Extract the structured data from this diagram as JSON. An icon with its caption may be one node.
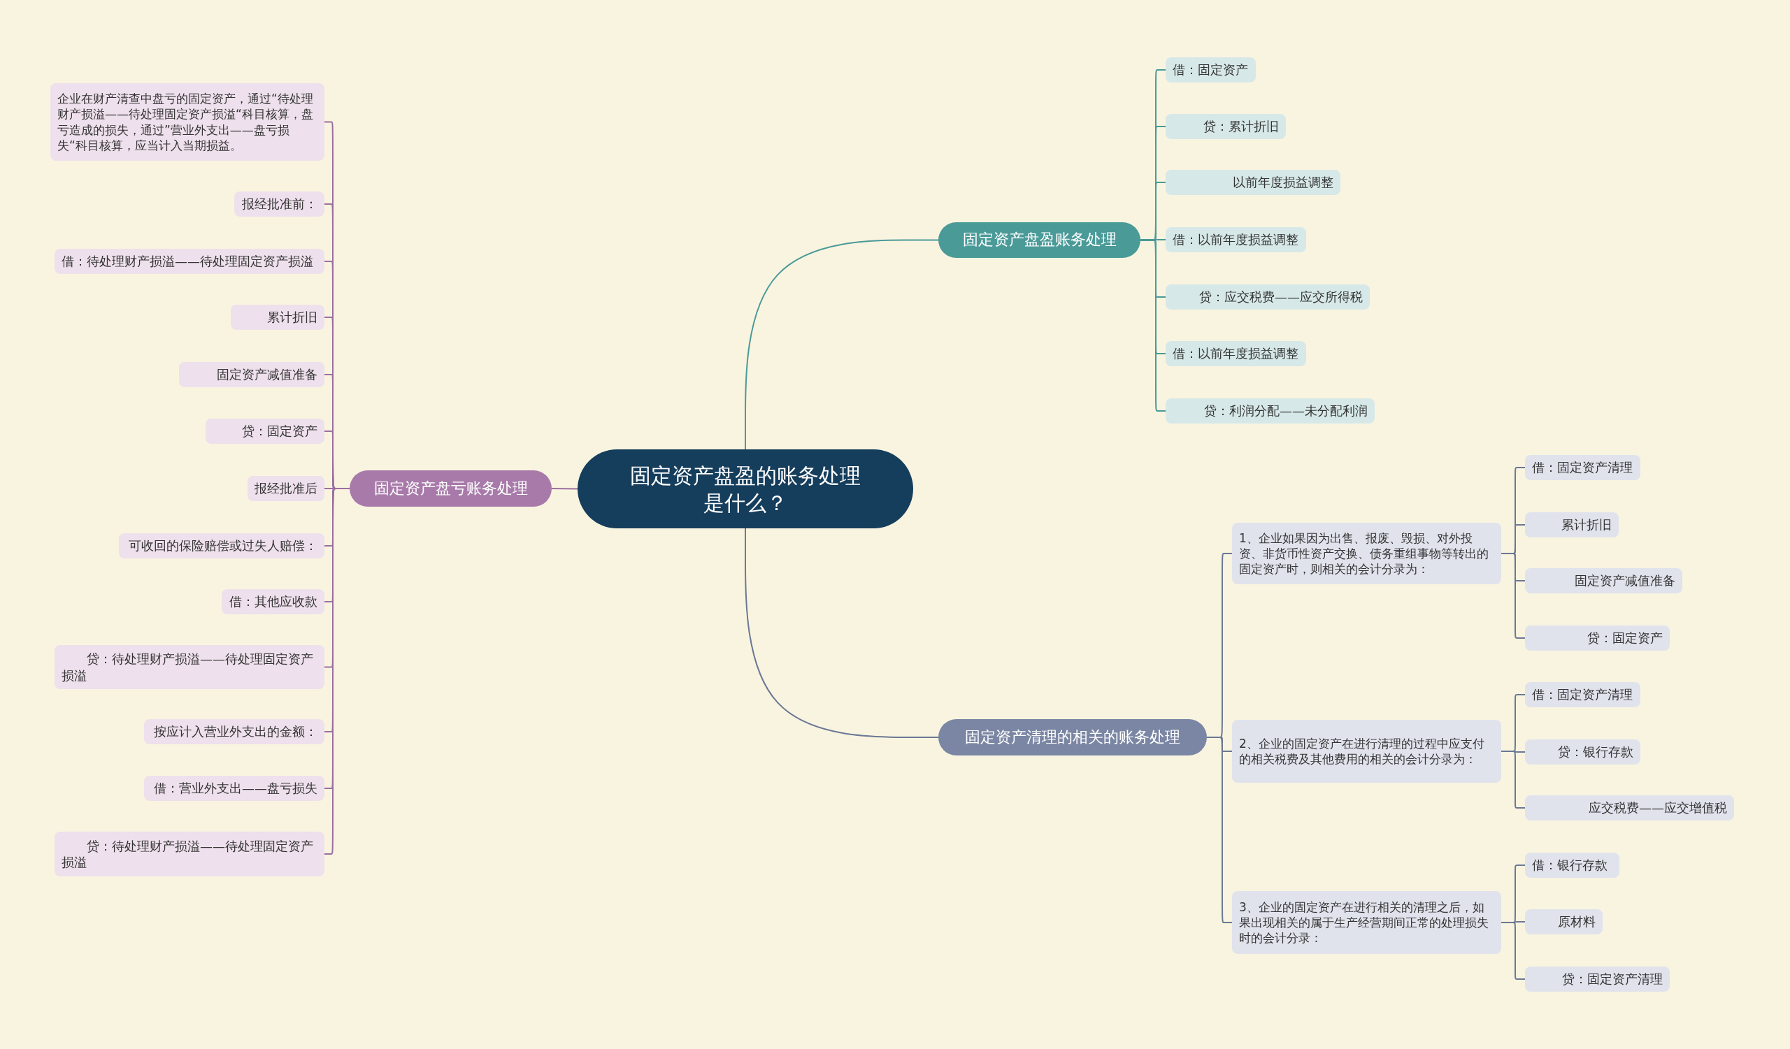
{
  "diagram": {
    "nodes": [
      {
        "text": [
          "固定资产盘盈的账务处理是什么？"
        ]
      },
      {
        "text": [
          "固定资产盘盈账务处理"
        ]
      },
      {
        "text": [
          "借：固定资产"
        ]
      },
      {
        "text": [
          "贷：累计折旧"
        ]
      },
      {
        "text": [
          "以前年度损益调整"
        ]
      },
      {
        "text": [
          "借：以前年度损益调整"
        ]
      },
      {
        "text": [
          "贷：应交税费——应交所得税"
        ]
      },
      {
        "text": [
          "借：以前年度损益调整"
        ]
      },
      {
        "text": [
          "贷：利润分配——未分配利润"
        ]
      },
      {
        "text": [
          "固定资产清理的相关的账务处理"
        ]
      },
      {
        "text": [
          "1、企业如果因为出售、报废、毁损、对外投资、非货币性资产交换、债务重组事物等转出的固定资产时，则相关的会计分录为："
        ]
      },
      {
        "text": [
          "借：固定资产清理"
        ]
      },
      {
        "text": [
          "累计折旧"
        ]
      },
      {
        "text": [
          "固定资产减值准备"
        ]
      },
      {
        "text": [
          "贷：固定资产"
        ]
      },
      {
        "text": [
          "2、企业的固定资产在进行清理的过程中应支付的相关税费及其他费用的相关的会计分录为："
        ]
      },
      {
        "text": [
          "借：固定资产清理"
        ]
      },
      {
        "text": [
          "贷：银行存款"
        ]
      },
      {
        "text": [
          "应交税费——应交增值税"
        ]
      },
      {
        "text": [
          "3、企业的固定资产在进行相关的清理之后，如果出现相关的属于生产经营期间正常的处理损失时的会计分录："
        ]
      },
      {
        "text": [
          "借：银行存款"
        ]
      },
      {
        "text": [
          "原材料"
        ]
      },
      {
        "text": [
          "贷：固定资产清理"
        ]
      },
      {
        "text": [
          "固定资产盘亏账务处理"
        ]
      },
      {
        "text": [
          "企业在财产清查中盘亏的固定资产，通过“待处理财产损溢——待处理固定资产损溢“科目核算，盘亏造成的损失，通过”营业外支出——盘亏损失“科目核算，应当计入当期损益。"
        ]
      },
      {
        "text": [
          "报经批准前："
        ]
      },
      {
        "text": [
          "借：待处理财产损溢——待处理固定资产损溢"
        ]
      },
      {
        "text": [
          "累计折旧"
        ]
      },
      {
        "text": [
          "固定资产减值准备"
        ]
      },
      {
        "text": [
          "贷：固定资产"
        ]
      },
      {
        "text": [
          "报经批准后"
        ]
      },
      {
        "text": [
          "可收回的保险赔偿或过失人赔偿："
        ]
      },
      {
        "text": [
          "借：其他应收款"
        ]
      },
      {
        "text": [
          "贷：待处理财产损溢——待处理固定资产损溢"
        ]
      },
      {
        "text": [
          "按应计入营业外支出的金额："
        ]
      },
      {
        "text": [
          "借：营业外支出——盘亏损失"
        ]
      },
      {
        "text": [
          "贷：待处理财产损溢——待处理固定资产损溢"
        ]
      }
    ],
    "edges": [
      {
        "from": 0,
        "to": 1,
        "arrow": "none",
        "color": "#4a9a98"
      },
      {
        "from": 1,
        "to": 2,
        "arrow": "none",
        "color": "#4a9a98"
      },
      {
        "from": 1,
        "to": 3,
        "arrow": "none",
        "color": "#4a9a98"
      },
      {
        "from": 1,
        "to": 4,
        "arrow": "none",
        "color": "#4a9a98"
      },
      {
        "from": 1,
        "to": 5,
        "arrow": "none",
        "color": "#4a9a98"
      },
      {
        "from": 1,
        "to": 6,
        "arrow": "none",
        "color": "#4a9a98"
      },
      {
        "from": 1,
        "to": 7,
        "arrow": "none",
        "color": "#4a9a98"
      },
      {
        "from": 1,
        "to": 8,
        "arrow": "none",
        "color": "#4a9a98"
      },
      {
        "from": 0,
        "to": 9,
        "arrow": "none",
        "color": "#6b7894"
      },
      {
        "from": 9,
        "to": 10,
        "arrow": "none",
        "color": "#6b7894"
      },
      {
        "from": 10,
        "to": 11,
        "arrow": "none",
        "color": "#6b7894"
      },
      {
        "from": 10,
        "to": 12,
        "arrow": "none",
        "color": "#6b7894"
      },
      {
        "from": 10,
        "to": 13,
        "arrow": "none",
        "color": "#6b7894"
      },
      {
        "from": 10,
        "to": 14,
        "arrow": "none",
        "color": "#6b7894"
      },
      {
        "from": 9,
        "to": 15,
        "arrow": "none",
        "color": "#6b7894"
      },
      {
        "from": 15,
        "to": 16,
        "arrow": "none",
        "color": "#6b7894"
      },
      {
        "from": 15,
        "to": 17,
        "arrow": "none",
        "color": "#6b7894"
      },
      {
        "from": 15,
        "to": 18,
        "arrow": "none",
        "color": "#6b7894"
      },
      {
        "from": 9,
        "to": 19,
        "arrow": "none",
        "color": "#6b7894"
      },
      {
        "from": 19,
        "to": 20,
        "arrow": "none",
        "color": "#6b7894"
      },
      {
        "from": 19,
        "to": 21,
        "arrow": "none",
        "color": "#6b7894"
      },
      {
        "from": 19,
        "to": 22,
        "arrow": "none",
        "color": "#6b7894"
      },
      {
        "from": 0,
        "to": 23,
        "arrow": "none",
        "color": "#9c6fa0"
      },
      {
        "from": 23,
        "to": 24,
        "arrow": "none",
        "color": "#9c6fa0"
      },
      {
        "from": 23,
        "to": 25,
        "arrow": "none",
        "color": "#9c6fa0"
      },
      {
        "from": 23,
        "to": 26,
        "arrow": "none",
        "color": "#9c6fa0"
      },
      {
        "from": 23,
        "to": 27,
        "arrow": "none",
        "color": "#9c6fa0"
      },
      {
        "from": 23,
        "to": 28,
        "arrow": "none",
        "color": "#9c6fa0"
      },
      {
        "from": 23,
        "to": 29,
        "arrow": "none",
        "color": "#9c6fa0"
      },
      {
        "from": 23,
        "to": 30,
        "arrow": "none",
        "color": "#9c6fa0"
      },
      {
        "from": 23,
        "to": 31,
        "arrow": "none",
        "color": "#9c6fa0"
      },
      {
        "from": 23,
        "to": 32,
        "arrow": "none",
        "color": "#9c6fa0"
      },
      {
        "from": 23,
        "to": 33,
        "arrow": "none",
        "color": "#9c6fa0"
      },
      {
        "from": 23,
        "to": 34,
        "arrow": "none",
        "color": "#9c6fa0"
      },
      {
        "from": 23,
        "to": 35,
        "arrow": "none",
        "color": "#9c6fa0"
      },
      {
        "from": 23,
        "to": 36,
        "arrow": "none",
        "color": "#9c6fa0"
      }
    ]
  }
}
